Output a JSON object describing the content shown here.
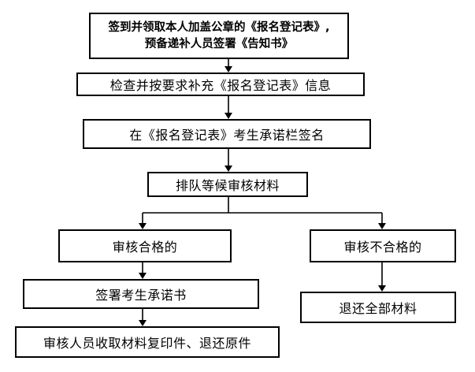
{
  "flowchart": {
    "steps": {
      "step1_line1": "签到并领取本人加盖公章的《报名登记表》,",
      "step1_line2": "预备递补人员签署《告知书》",
      "step2": "检查并按要求补充《报名登记表》信息",
      "step3": "在《报名登记表》考生承诺栏签名",
      "step4": "排队等候审核材料"
    },
    "branch_pass": {
      "result": "审核合格的",
      "sign": "签署考生承诺书",
      "final": "审核人员收取材料复印件、退还原件"
    },
    "branch_fail": {
      "result": "审核不合格的",
      "final": "退还全部材料"
    }
  }
}
